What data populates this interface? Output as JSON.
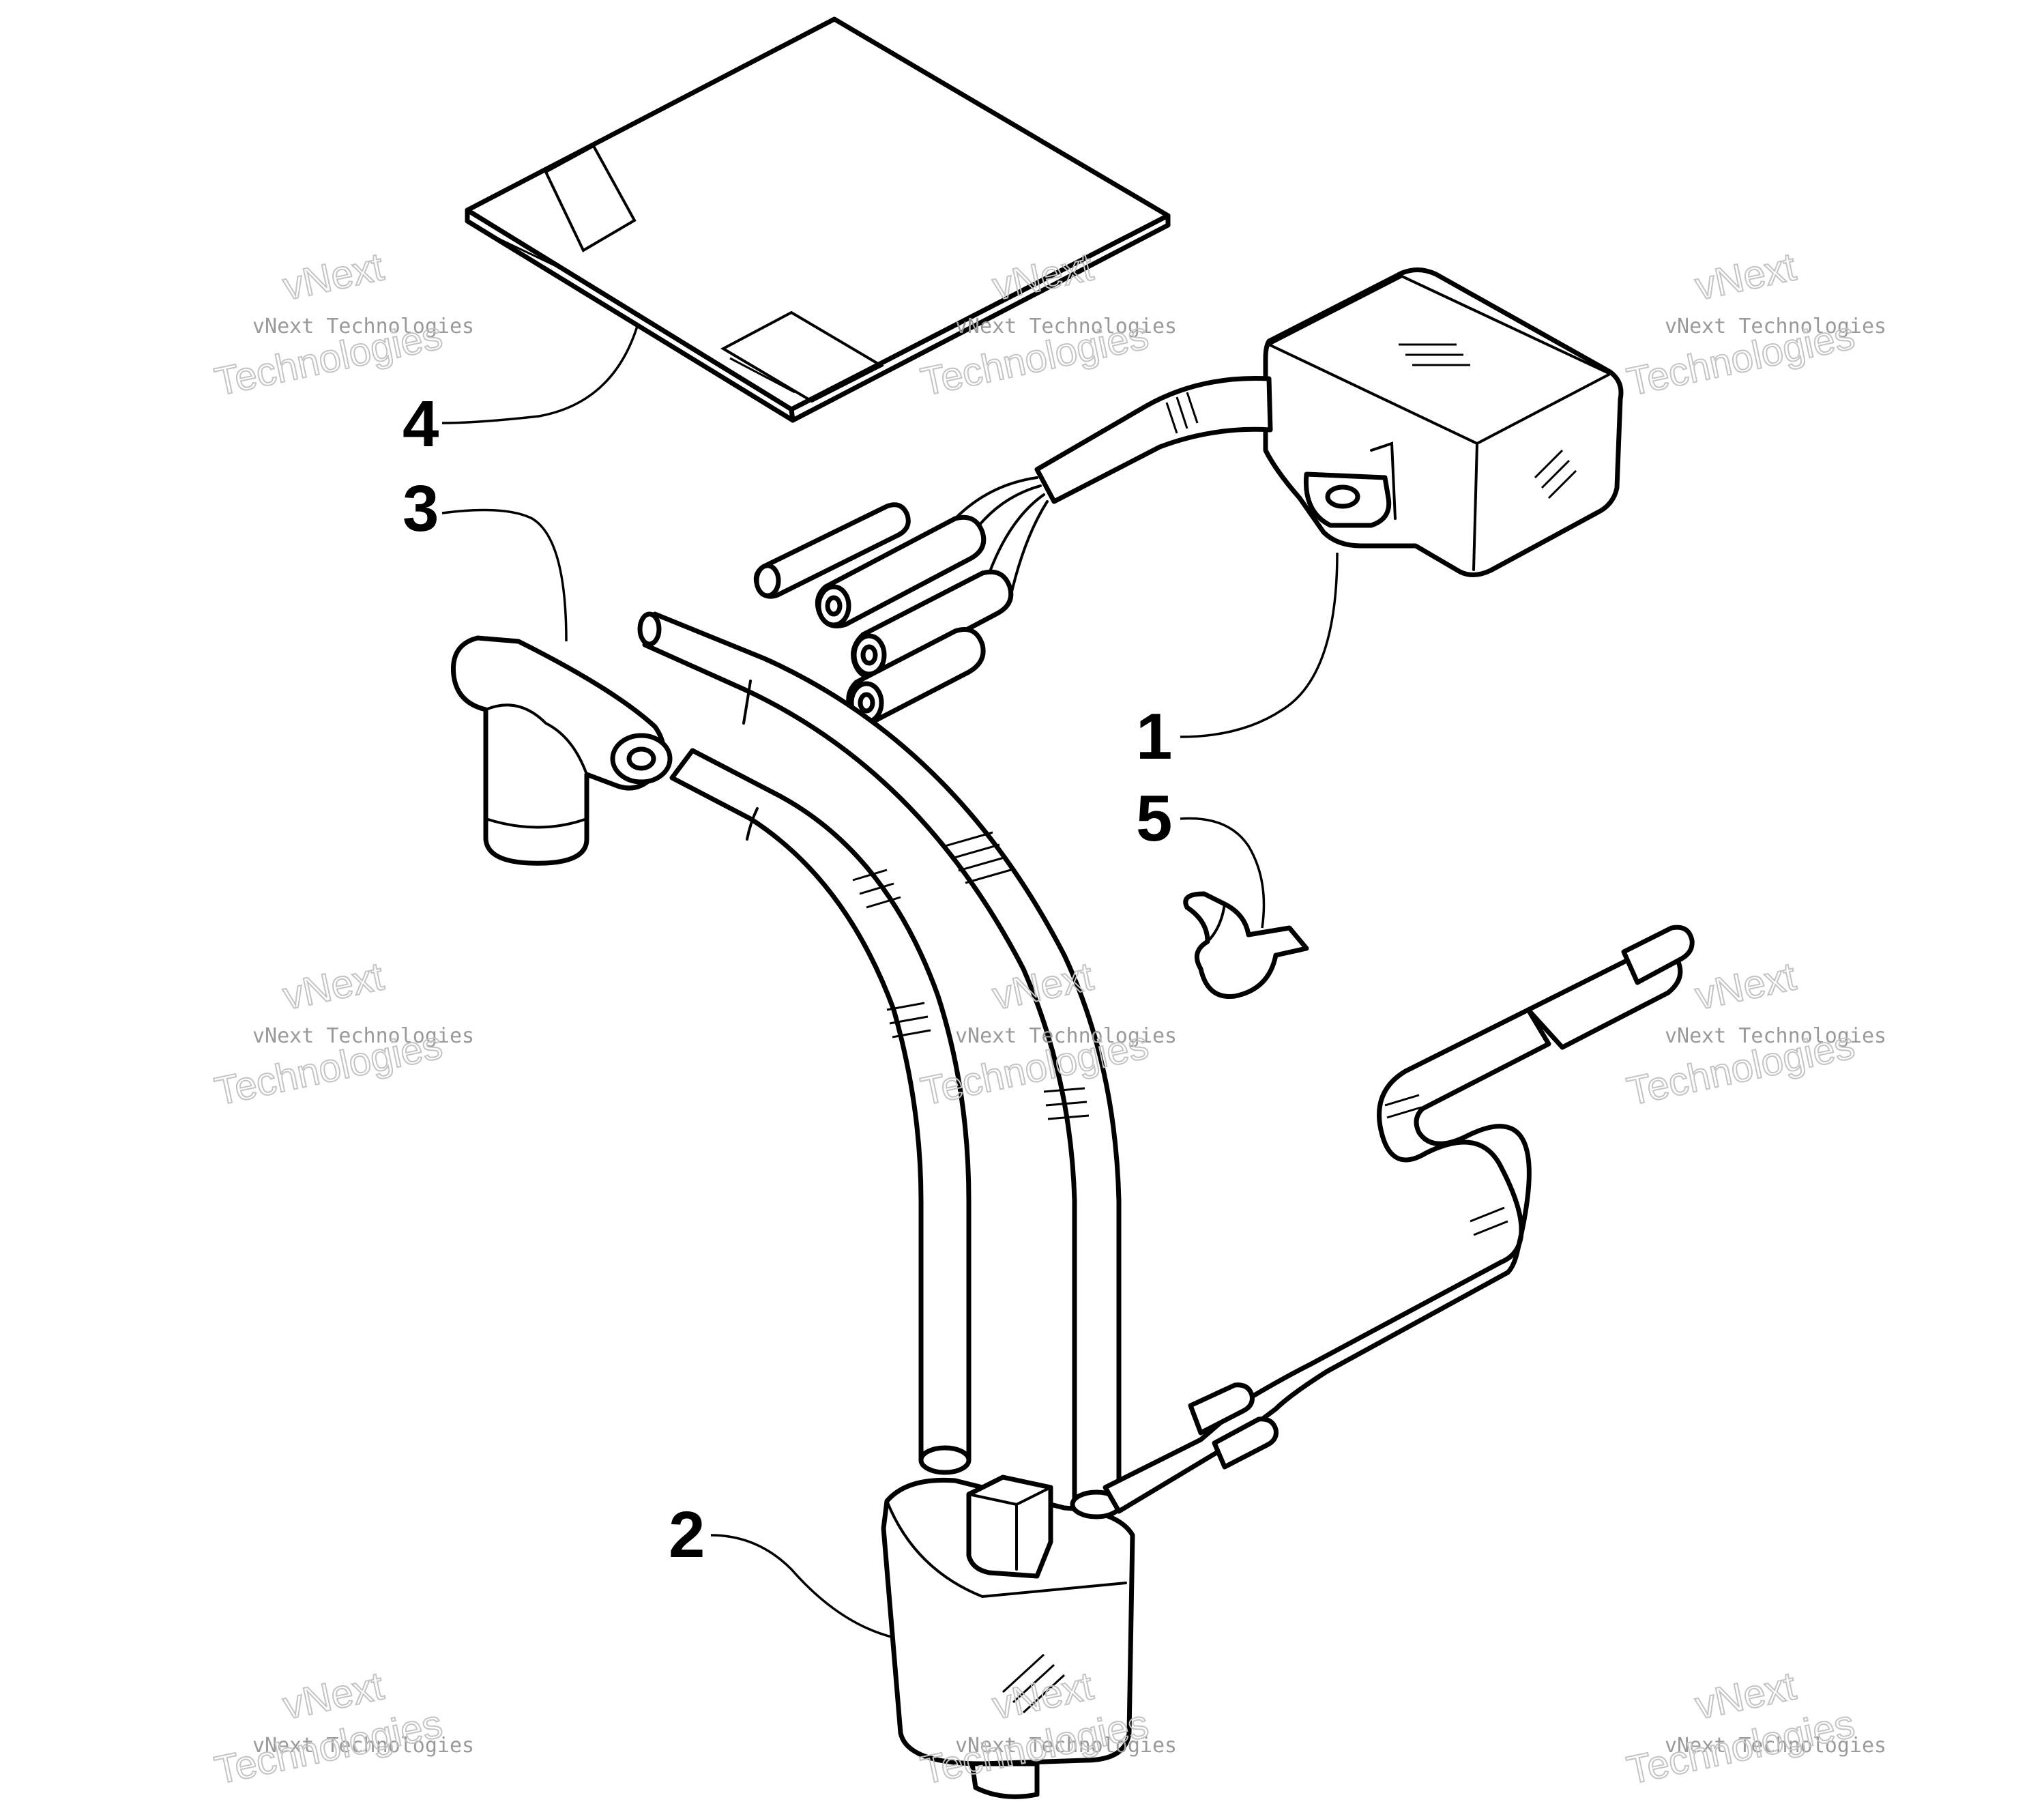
{
  "callouts": {
    "c1": "1",
    "c2": "2",
    "c3": "3",
    "c4": "4",
    "c5": "5"
  },
  "watermark": {
    "brand": "vNext",
    "full": "vNext Technologies",
    "word": "Technologies"
  },
  "colors": {
    "line": "#000000",
    "background": "#ffffff",
    "watermark": "#9a9a9a"
  }
}
